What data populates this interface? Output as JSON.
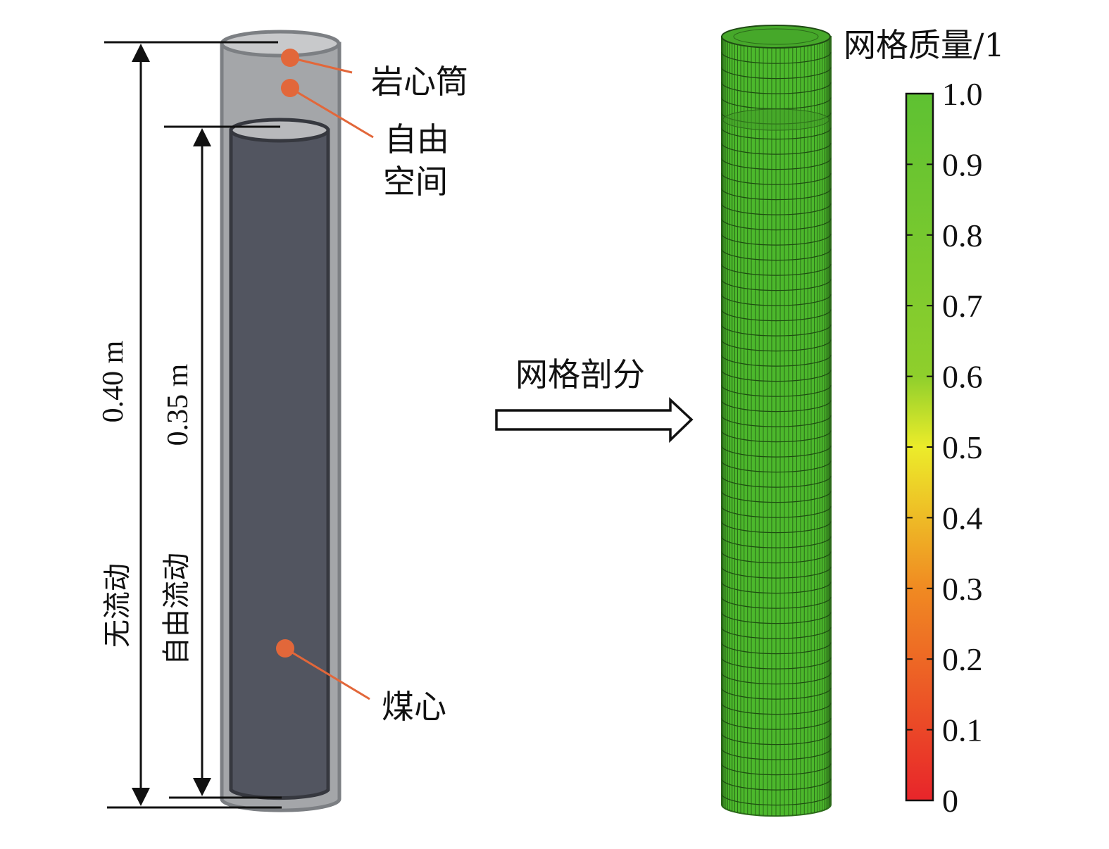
{
  "left": {
    "dim_outer": "0.40 m",
    "dim_inner": "0.35 m",
    "outer_region_label": "无流动",
    "inner_region_label": "自由流动",
    "callouts": {
      "core_holder": "岩心筒",
      "free_space_1": "自由",
      "free_space_2": "空间",
      "coal_core": "煤心"
    }
  },
  "arrow": {
    "label": "网格剖分"
  },
  "colorbar": {
    "title": "网格质量/1",
    "ticks": [
      "1.0",
      "0.9",
      "0.8",
      "0.7",
      "0.6",
      "0.5",
      "0.4",
      "0.3",
      "0.2",
      "0.1",
      "0"
    ],
    "range": [
      0,
      1
    ],
    "colors": {
      "high": "#5ec132",
      "mid": "#ecec2a",
      "orange": "#f08a22",
      "low": "#e8252a"
    }
  },
  "mesh": {
    "color": "#4cb82c"
  },
  "colors": {
    "callout": "#e2673a",
    "outer_tube": "#a4a6a9",
    "coal": "#525560"
  }
}
